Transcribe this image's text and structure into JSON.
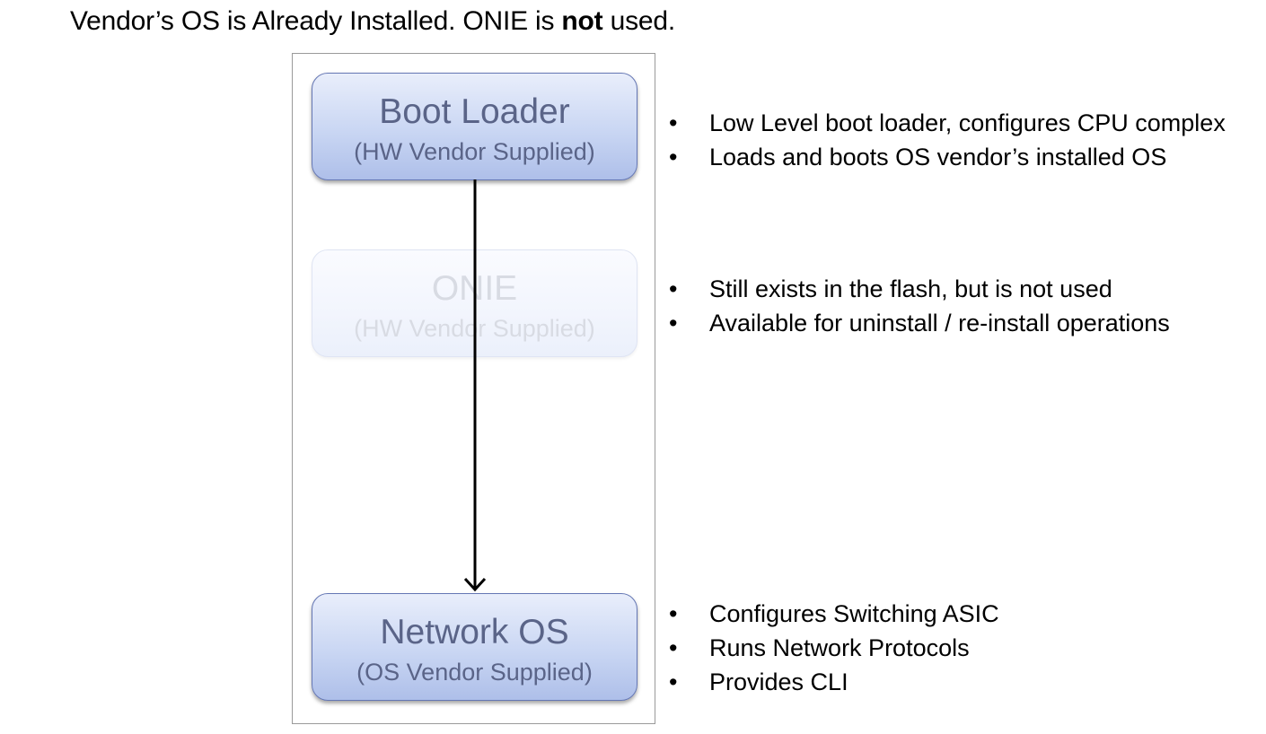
{
  "title": {
    "before": "Vendor’s OS is Already Installed.  ONIE is ",
    "bold": "not",
    "after": " used."
  },
  "boxes": {
    "boot_loader": {
      "name": "Boot Loader",
      "supplier": "(HW Vendor Supplied)"
    },
    "onie": {
      "name": "ONIE",
      "supplier": "(HW Vendor Supplied)"
    },
    "network_os": {
      "name": "Network OS",
      "supplier": "(OS Vendor Supplied)"
    }
  },
  "notes": {
    "boot_loader": [
      "Low Level boot loader, configures CPU complex",
      "Loads and boots OS vendor’s installed OS"
    ],
    "onie": [
      "Still exists in the flash, but is not used",
      "Available for uninstall / re-install operations"
    ],
    "network_os": [
      "Configures Switching ASIC",
      "Runs Network Protocols",
      "Provides CLI"
    ]
  },
  "bullet_glyph": "•",
  "colors": {
    "active_box_text": "#5a6488",
    "active_box_border": "#6577b4",
    "faded_box_text": "#d8dbe3",
    "arrow": "#000000",
    "frame_border": "#9a9a9a"
  }
}
